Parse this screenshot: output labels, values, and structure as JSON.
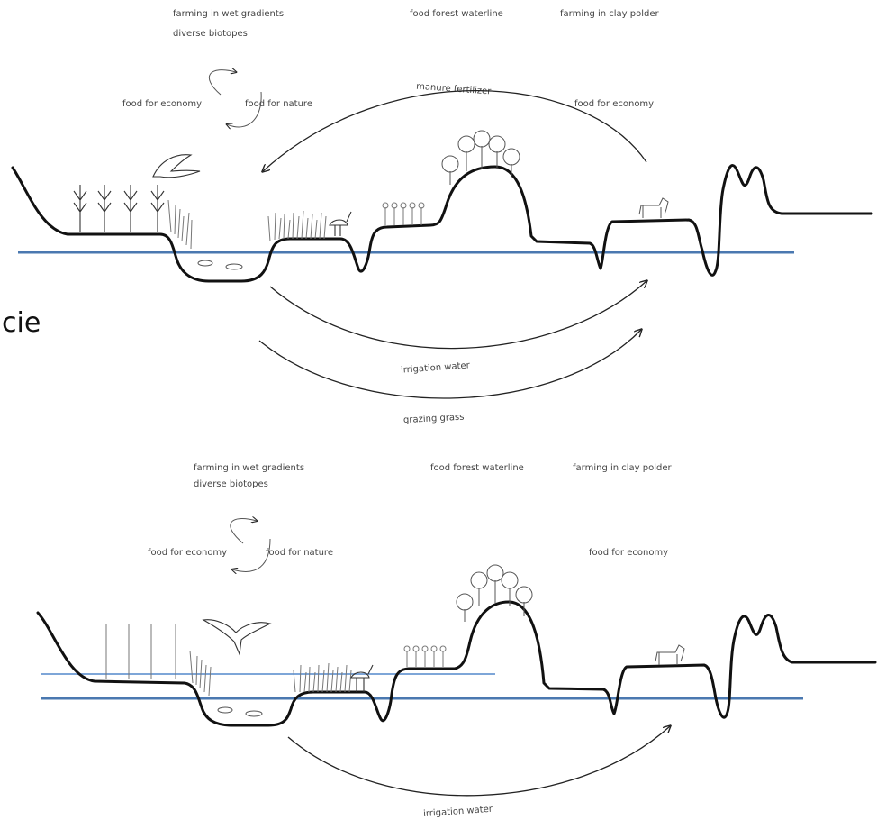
{
  "panels": [
    {
      "header": {
        "wet_gradients": "farming in wet gradients",
        "biotopes": "diverse biotopes",
        "food_forest": "food forest waterline",
        "clay_polder": "farming in clay polder"
      },
      "cycle": {
        "economy": "food for economy",
        "nature": "food for nature"
      },
      "right_economy": "food for economy",
      "flows": [
        "manure fertilizer",
        "irrigation water",
        "grazing grass"
      ]
    },
    {
      "header": {
        "wet_gradients": "farming in wet gradients",
        "biotopes": "diverse biotopes",
        "food_forest": "food forest waterline",
        "clay_polder": "farming in clay polder"
      },
      "cycle": {
        "economy": "food for economy",
        "nature": "food for nature"
      },
      "right_economy": "food for economy",
      "flows": [
        "irrigation water"
      ]
    }
  ],
  "partial_text": "cie",
  "colors": {
    "water": "#4a78b0",
    "high_water": "#7ea6d8",
    "ground": "#111111"
  }
}
